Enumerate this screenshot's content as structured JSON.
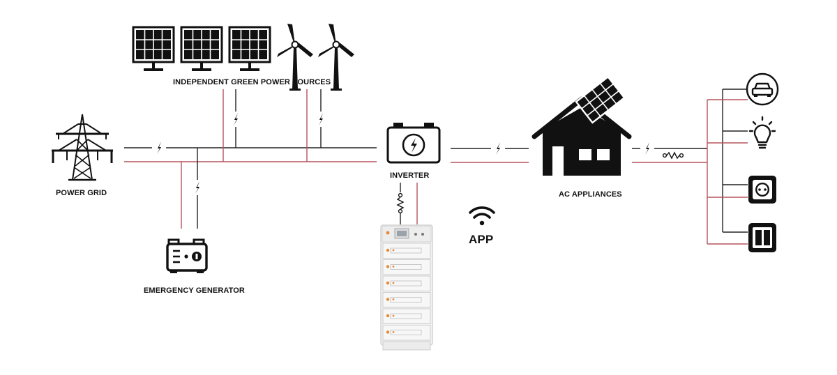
{
  "labels": {
    "green_sources": "INDEPENDENT GREEN POWER SOURCES",
    "power_grid": "POWER GRID",
    "inverter": "INVERTER",
    "ac_appliances": "AC APPLIANCES",
    "emergency_generator": "EMERGENCY GENERATOR",
    "app": "APP"
  },
  "icons": {
    "solar_panel": "solar-panel-icon",
    "wind_turbine": "wind-turbine-icon",
    "power_tower": "power-tower-icon",
    "inverter": "inverter-icon",
    "battery_stack": "battery-stack-icon",
    "wifi": "wifi-icon",
    "house": "house-solar-icon",
    "generator": "generator-icon",
    "car": "car-icon",
    "bulb": "bulb-icon",
    "socket": "socket-icon",
    "switch": "switch-icon"
  },
  "colors": {
    "dc_line": "#222222",
    "ac_line": "#b5545c",
    "icon": "#111111"
  }
}
